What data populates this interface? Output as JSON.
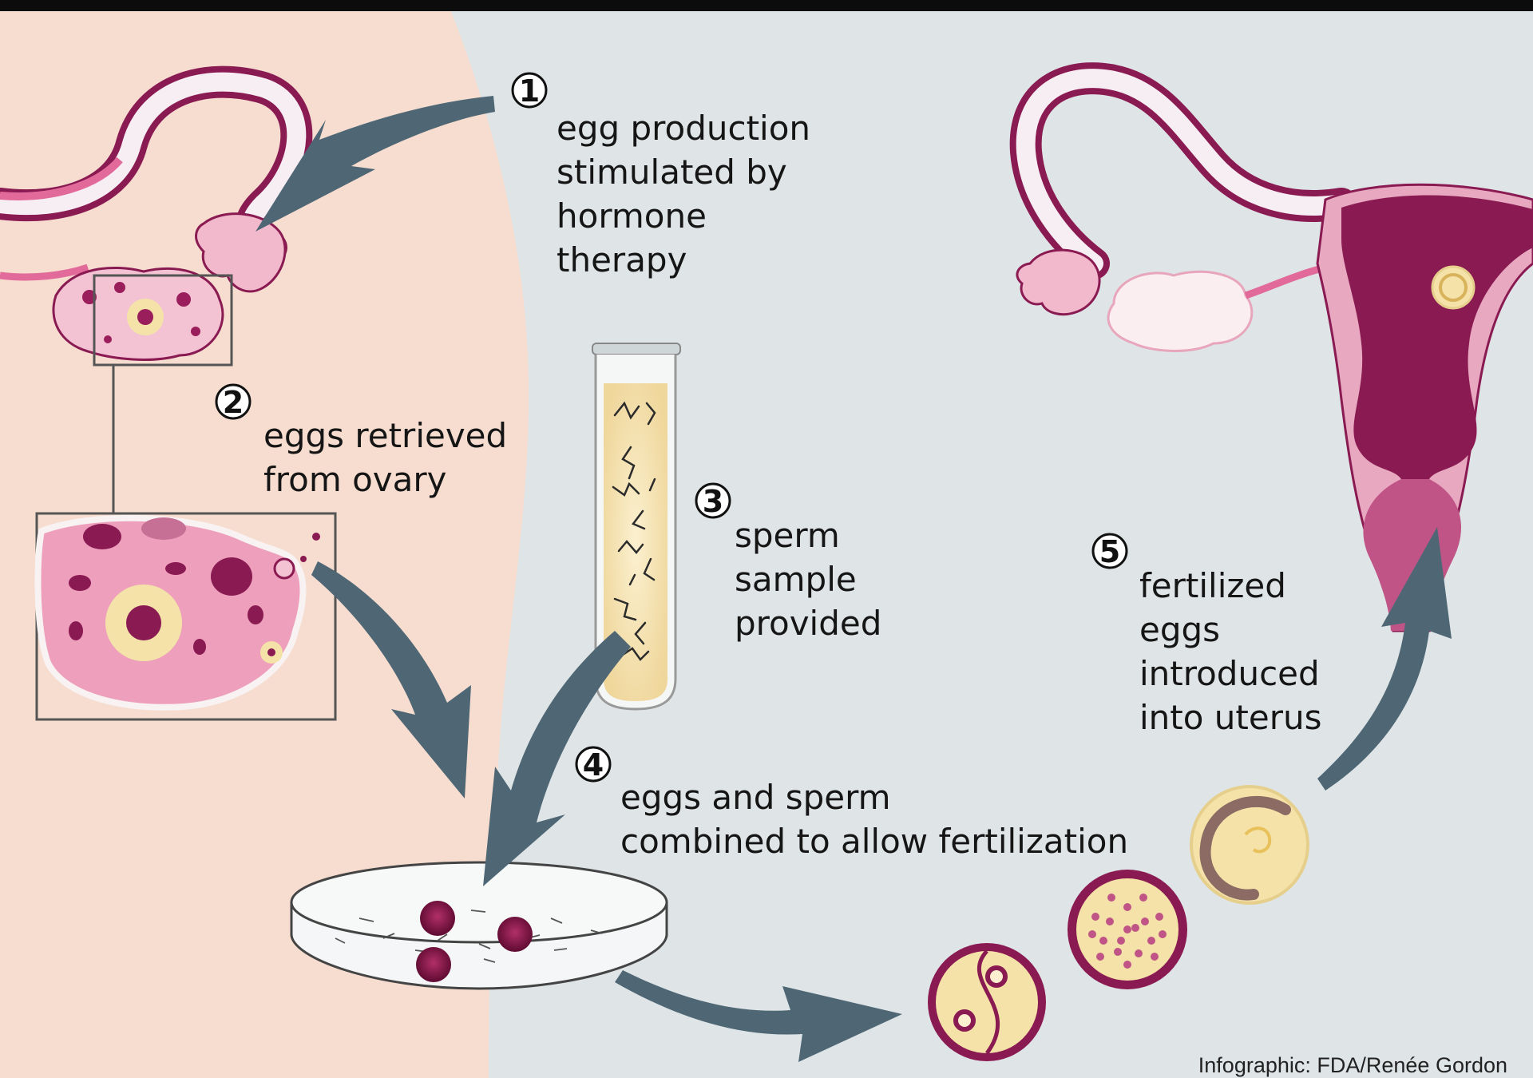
{
  "steps": [
    {
      "number": "1",
      "lines": [
        "egg production",
        "stimulated by",
        "hormone",
        "therapy"
      ]
    },
    {
      "number": "2",
      "lines": [
        "eggs retrieved",
        "from ovary"
      ]
    },
    {
      "number": "3",
      "lines": [
        "sperm",
        "sample",
        "provided"
      ]
    },
    {
      "number": "4",
      "lines": [
        "eggs and sperm",
        "combined to allow fertilization"
      ]
    },
    {
      "number": "5",
      "lines": [
        "fertilized",
        "eggs",
        "introduced",
        "into uterus"
      ]
    }
  ],
  "credit": "Infographic: FDA/Renée Gordon",
  "colors": {
    "left_panel": "#f6ddd0",
    "right_panel": "#dfe5e7",
    "arrow": "#4f6775",
    "uterus_dark": "#8a1a52",
    "uterus_light": "#e7a8c0",
    "cream": "#f4e2a8"
  }
}
